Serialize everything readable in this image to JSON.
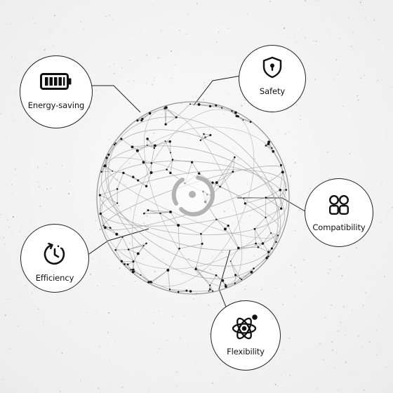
{
  "features": {
    "energy_saving": {
      "label": "Energy-saving",
      "icon": "battery-icon"
    },
    "safety": {
      "label": "Safety",
      "icon": "shield-lock-icon"
    },
    "compatibility": {
      "label": "Compatibility",
      "icon": "grid-four-icon"
    },
    "efficiency": {
      "label": "Efficiency",
      "icon": "clock-refresh-icon"
    },
    "flexibility": {
      "label": "Flexibility",
      "icon": "atom-icon"
    }
  },
  "colors": {
    "background": "#f1f1f1",
    "sphere_line": "#9a9a9a",
    "node_dot": "#1a1a1a",
    "center_logo": "#b3b3b3",
    "outline": "#222222"
  }
}
